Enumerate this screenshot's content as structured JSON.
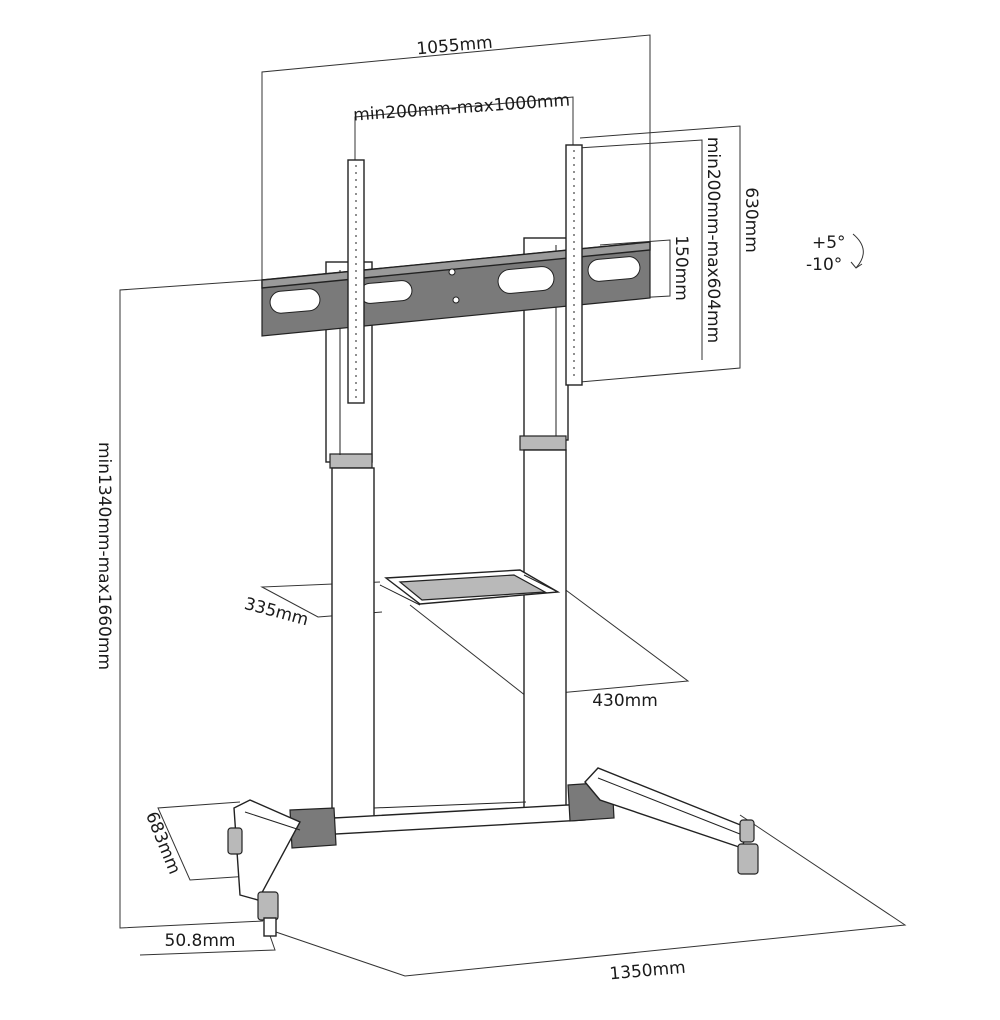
{
  "dimensions": {
    "overall_width": "1055mm",
    "adjustable_width": "min200mm-max1000mm",
    "frame_height": "630mm",
    "adjustable_height": "min200mm-max604mm",
    "plate_height": "150mm",
    "tilt_up": "+5°",
    "tilt_down": "-10°",
    "stand_height": "min1340mm-max1660mm",
    "shelf_depth": "335mm",
    "shelf_width": "430mm",
    "base_depth": "683mm",
    "tube_size": "50.8mm",
    "base_width": "1350mm"
  },
  "colors": {
    "line": "#222222",
    "dark_part": "#7a7a7a",
    "mid_part": "#b9b9b9"
  },
  "icons": {
    "tilt": "curved-arrow-icon"
  }
}
